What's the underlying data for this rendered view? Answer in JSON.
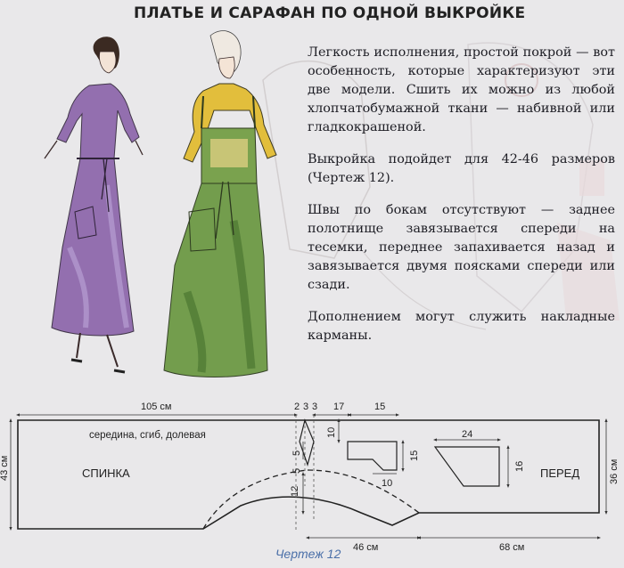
{
  "title": "ПЛАТЬЕ И САРАФАН ПО ОДНОЙ ВЫКРОЙКЕ",
  "paragraphs": [
    "Легкость исполнения, простой покрой — вот особенность, которые характеризуют эти две модели. Сшить их можно из любой хлопчатобумажной ткани — набивной или гладкокрашеной.",
    "Выкройка подойдет для 42-46 размеров (Чертеж 12).",
    "Швы по бокам отсутствуют — заднее полотнище завязывается спереди на тесемки, переднее запахивается назад и завязывается двумя поясками спереди или сзади.",
    "Дополнением могут служить накладные карманы."
  ],
  "pattern": {
    "back_label": "СПИНКА",
    "front_label": "ПЕРЕД",
    "fold_label": "середина, сгиб, долевая",
    "dims": {
      "top_length": "105 см",
      "left_height": "43 см",
      "right_height": "36 см",
      "bottom_middle": "46 см",
      "bottom_right": "68 см",
      "d2": "2",
      "d3a": "3",
      "d3b": "3",
      "d17": "17",
      "d15_top": "15",
      "d10_v": "10",
      "d15_v": "15",
      "d10_b": "10",
      "d5": "5",
      "d5b": "5",
      "d12": "12",
      "d24": "24",
      "d16": "16"
    }
  },
  "caption": "Чертеж 12",
  "colors": {
    "dress_purple": "#8a63a9",
    "sundress_green": "#6d9a45",
    "caption_blue": "#4a6fa8",
    "accent_pink": "#d64f7c"
  }
}
